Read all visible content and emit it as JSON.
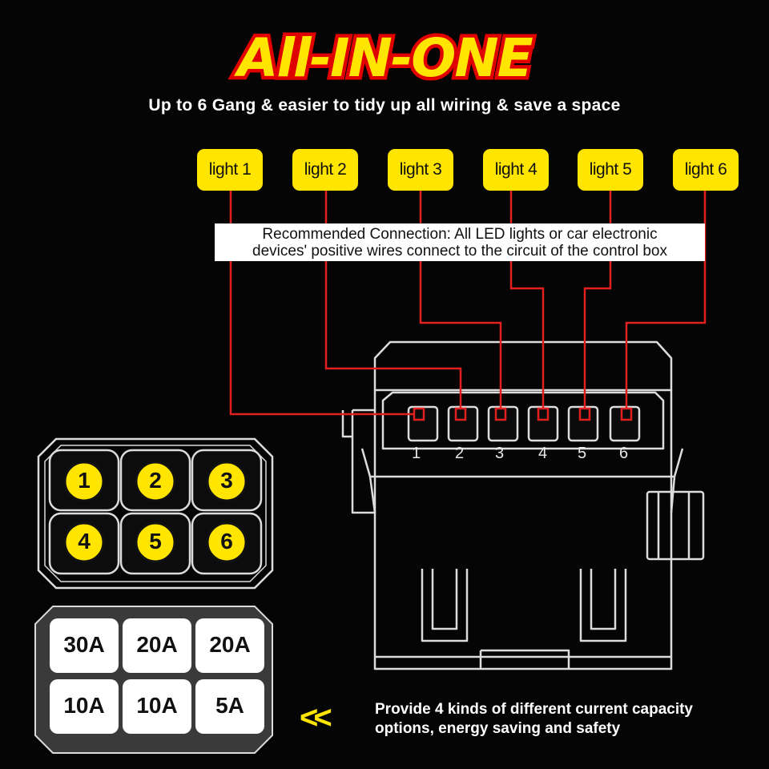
{
  "header": {
    "title": "All-IN-ONE",
    "subtitle": "Up to 6 Gang & easier to tidy up all wiring & save a space"
  },
  "lights": [
    "light 1",
    "light 2",
    "light 3",
    "light 4",
    "light 5",
    "light 6"
  ],
  "note": {
    "line1": "Recommended Connection: All LED lights or car electronic",
    "line2": "devices' positive wires connect to the circuit of the control box"
  },
  "control_box": {
    "port_numbers": [
      "1",
      "2",
      "3",
      "4",
      "5",
      "6"
    ]
  },
  "switch_panel": {
    "buttons": [
      "1",
      "2",
      "3",
      "4",
      "5",
      "6"
    ]
  },
  "fuse_panel": {
    "ratings": [
      "30A",
      "20A",
      "20A",
      "10A",
      "10A",
      "5A"
    ]
  },
  "footer": {
    "arrows": "<<",
    "line1": "Provide 4 kinds of different current capacity",
    "line2": "options, energy saving and safety"
  },
  "colors": {
    "accent_yellow": "#ffe500",
    "wire_red": "#e22020",
    "background": "#050505",
    "outline": "#dcdcdc"
  }
}
